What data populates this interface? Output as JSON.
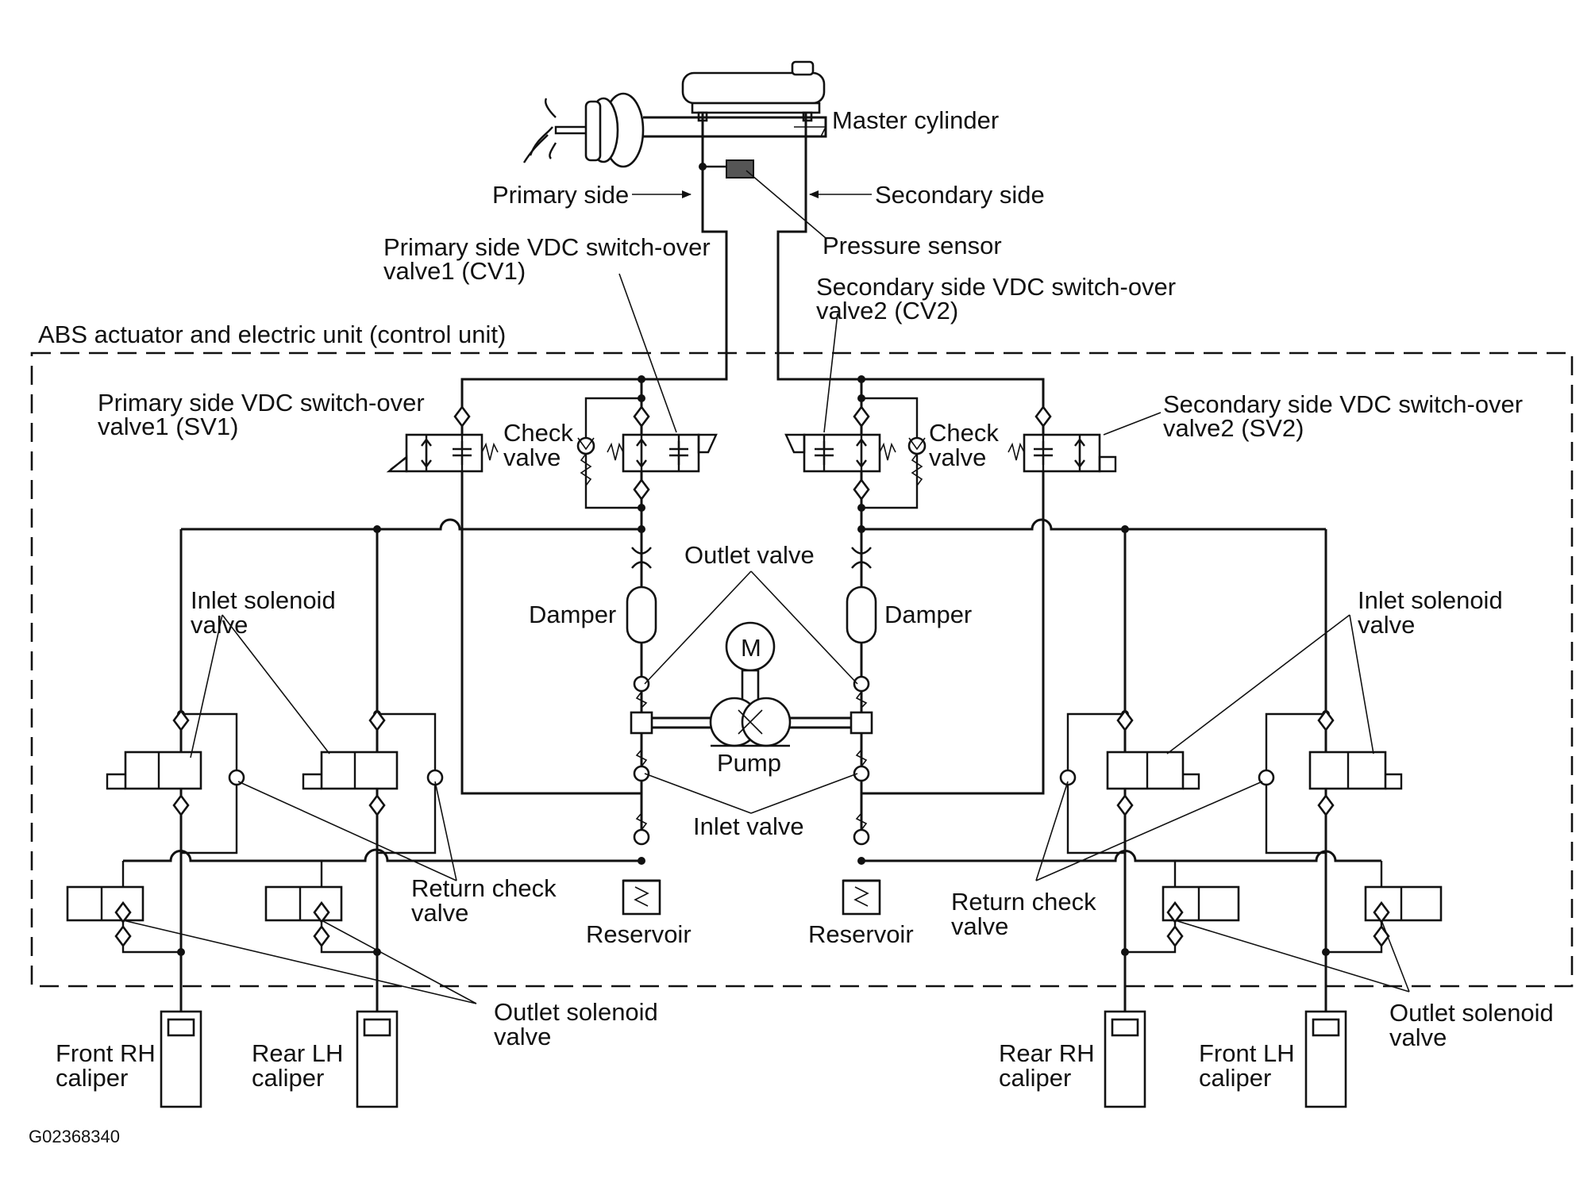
{
  "labels": {
    "master_cylinder": "Master cylinder",
    "primary_side": "Primary side",
    "secondary_side": "Secondary side",
    "pressure_sensor": "Pressure sensor",
    "cv1": [
      "Primary side VDC switch-over",
      "valve1 (CV1)"
    ],
    "cv2": [
      "Secondary side VDC switch-over",
      "valve2 (CV2)"
    ],
    "abs_unit": "ABS actuator and electric unit (control unit)",
    "sv1": [
      "Primary side VDC switch-over",
      "valve1 (SV1)"
    ],
    "sv2": [
      "Secondary side VDC switch-over",
      "valve2 (SV2)"
    ],
    "check_valve_left": [
      "Check",
      "valve"
    ],
    "check_valve_right": [
      "Check",
      "valve"
    ],
    "outlet_valve": "Outlet valve",
    "damper_left": "Damper",
    "damper_right": "Damper",
    "motor": "M",
    "pump": "Pump",
    "inlet_valve": "Inlet valve",
    "inlet_solenoid_left": [
      "Inlet solenoid",
      "valve"
    ],
    "inlet_solenoid_right": [
      "Inlet solenoid",
      "valve"
    ],
    "return_check_left": [
      "Return check",
      "valve"
    ],
    "return_check_right": [
      "Return check",
      "valve"
    ],
    "reservoir_left": "Reservoir",
    "reservoir_right": "Reservoir",
    "outlet_solenoid_left": [
      "Outlet solenoid",
      "valve"
    ],
    "outlet_solenoid_right": [
      "Outlet solenoid",
      "valve"
    ],
    "front_rh": [
      "Front RH",
      "caliper"
    ],
    "rear_lh": [
      "Rear LH",
      "caliper"
    ],
    "rear_rh": [
      "Rear RH",
      "caliper"
    ],
    "front_lh": [
      "Front LH",
      "caliper"
    ],
    "figure_code": "G02368340"
  }
}
